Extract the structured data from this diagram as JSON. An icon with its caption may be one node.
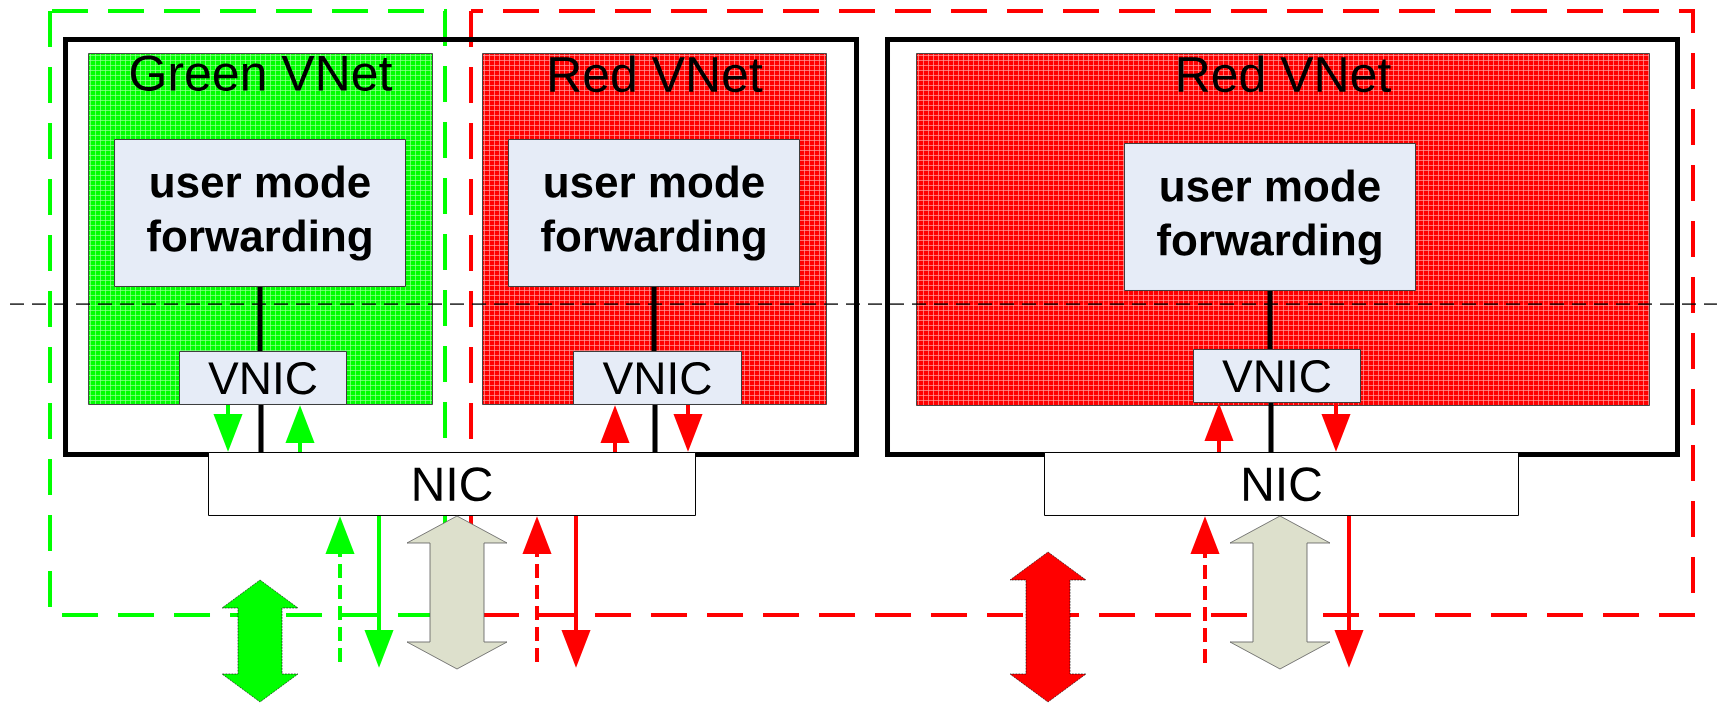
{
  "diagram": {
    "nodes": [
      {
        "text": [],
        "shape": "box"
      },
      {
        "text": [
          "Green VNet"
        ],
        "in": 0
      },
      {
        "text": [
          "user mode forwarding"
        ],
        "in": 1
      },
      {
        "text": [
          "VNIC"
        ],
        "in": 1
      },
      {
        "text": [
          "Red VNet"
        ],
        "in": 0
      },
      {
        "text": [
          "user mode forwarding"
        ],
        "in": 4
      },
      {
        "text": [
          "VNIC"
        ],
        "in": 4
      },
      {
        "text": [
          "NIC"
        ]
      },
      {
        "text": [],
        "shape": "box"
      },
      {
        "text": [
          "Red VNet"
        ],
        "in": 8
      },
      {
        "text": [
          "user mode forwarding"
        ],
        "in": 9
      },
      {
        "text": [
          "VNIC"
        ],
        "in": 9
      },
      {
        "text": [
          "NIC"
        ]
      }
    ],
    "edges": [
      {
        "from": 2,
        "to": 3,
        "arrow": "none",
        "color": "#000000"
      },
      {
        "from": 3,
        "to": 7,
        "arrow": "none",
        "color": "#000000"
      },
      {
        "from": 3,
        "to": 7,
        "arrow": "to",
        "color": "#00ff00"
      },
      {
        "from": 7,
        "to": 3,
        "arrow": "to",
        "style": "dashed",
        "color": "#00ff00"
      },
      {
        "from": 5,
        "to": 6,
        "arrow": "none",
        "color": "#000000"
      },
      {
        "from": 6,
        "to": 7,
        "arrow": "none",
        "color": "#000000"
      },
      {
        "from": 7,
        "to": 6,
        "arrow": "to",
        "style": "dashed",
        "color": "#ff0000"
      },
      {
        "from": 6,
        "to": 7,
        "arrow": "to",
        "color": "#ff0000"
      },
      {
        "from": null,
        "to": 7,
        "arrow": "to",
        "style": "dashed",
        "color": "#00ff00"
      },
      {
        "from": 7,
        "to": null,
        "arrow": "to",
        "color": "#00ff00"
      },
      {
        "from": 7,
        "to": null,
        "arrow": "both",
        "style": "thick",
        "color": "#dde0cc"
      },
      {
        "from": null,
        "to": 7,
        "arrow": "to",
        "style": "dashed",
        "color": "#ff0000"
      },
      {
        "from": 7,
        "to": null,
        "arrow": "to",
        "color": "#ff0000"
      },
      {
        "from": 10,
        "to": 11,
        "arrow": "none",
        "color": "#000000"
      },
      {
        "from": 11,
        "to": 12,
        "arrow": "none",
        "color": "#000000"
      },
      {
        "from": 12,
        "to": 11,
        "arrow": "to",
        "style": "dashed",
        "color": "#ff0000"
      },
      {
        "from": 11,
        "to": 12,
        "arrow": "to",
        "color": "#ff0000"
      },
      {
        "from": null,
        "to": 12,
        "arrow": "to",
        "style": "dashed",
        "color": "#ff0000"
      },
      {
        "from": 12,
        "to": null,
        "arrow": "both",
        "style": "thick",
        "color": "#dde0cc"
      },
      {
        "from": 12,
        "to": null,
        "arrow": "to",
        "color": "#ff0000"
      }
    ]
  }
}
